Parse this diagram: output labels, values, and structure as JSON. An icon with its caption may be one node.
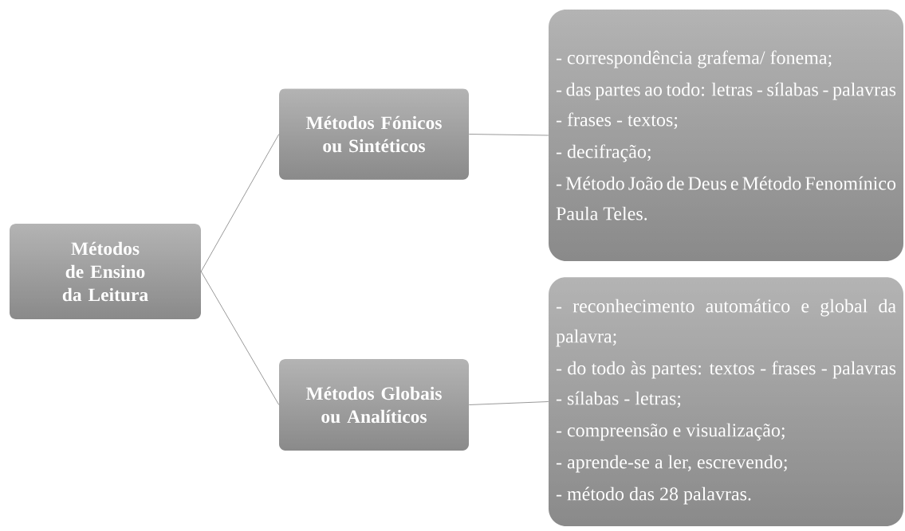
{
  "diagram": {
    "nodes": [
      {
        "text": [
          "Métodos de Ensino da Leitura"
        ]
      },
      {
        "text": [
          "Métodos Fónicos ou Sintéticos"
        ]
      },
      {
        "text": [
          "Métodos Globais ou Analíticos"
        ]
      },
      {
        "text": [
          "- correspondência grafema/ fonema;",
          "- das partes ao todo: letras - sílabas - palavras - frases - textos;",
          "- decifração;",
          "- Método João de Deus e Método Fenomínico Paula Teles."
        ]
      },
      {
        "text": [
          "- reconhecimento automático e global da palavra;",
          "- do todo às partes: textos - frases - palavras - sílabas - letras;",
          "- compreensão e visualização;",
          "- aprende-se a ler, escrevendo;",
          "- método das 28 palavras."
        ]
      }
    ],
    "edges": [
      {
        "from": 0,
        "to": 1,
        "arrow": "none"
      },
      {
        "from": 0,
        "to": 2,
        "arrow": "none"
      },
      {
        "from": 1,
        "to": 3,
        "arrow": "none"
      },
      {
        "from": 2,
        "to": 4,
        "arrow": "none"
      }
    ]
  }
}
